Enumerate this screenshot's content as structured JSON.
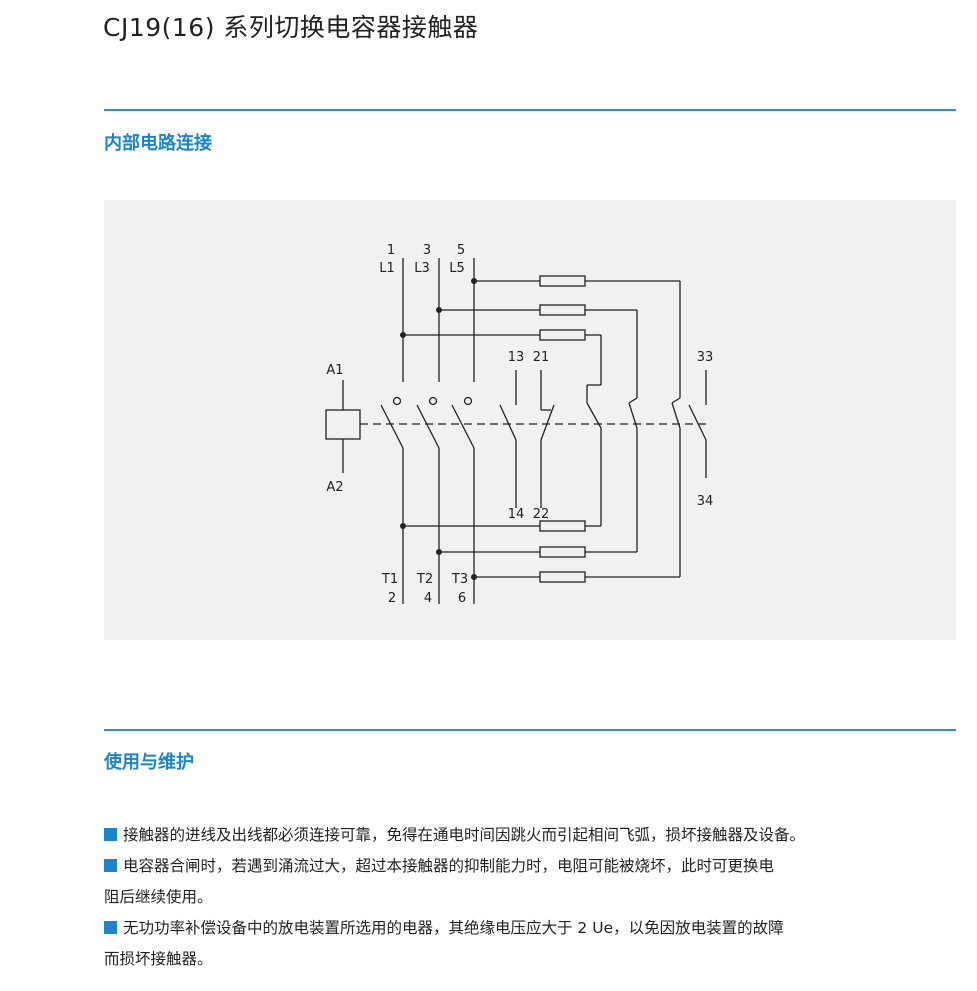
{
  "title": "CJ19(16) 系列切换电容器接触器",
  "sections": {
    "circuit": {
      "heading": "内部电路连接"
    },
    "usage": {
      "heading": "使用与维护",
      "items": [
        {
          "line1": "接触器的进线及出线都必须连接可靠，免得在通电时间因跳火而引起相间飞弧，损坏接触器及设备。"
        },
        {
          "line1": "电容器合闸时，若遇到涌流过大，超过本接触器的抑制能力时，电阻可能被烧坏，此时可更换电",
          "line2": "阻后继续使用。"
        },
        {
          "line1": "无功功率补偿设备中的放电装置所选用的电器，其绝缘电压应大于 2 Ue，以免因放电装置的故障",
          "line2": "而损坏接触器。"
        }
      ]
    }
  },
  "diagram": {
    "top_numbers": [
      "1",
      "3",
      "5"
    ],
    "top_labels": [
      "L1",
      "L3",
      "L5"
    ],
    "bottom_labels": [
      "T1",
      "T2",
      "T3"
    ],
    "bottom_numbers": [
      "2",
      "4",
      "6"
    ],
    "coil_top": "A1",
    "coil_bottom": "A2",
    "aux_nc_top": "13",
    "aux_no_top": "21",
    "aux_nc_bottom": "14",
    "aux_no_bottom": "22",
    "aux_right_top": "33",
    "aux_right_bottom": "34"
  }
}
